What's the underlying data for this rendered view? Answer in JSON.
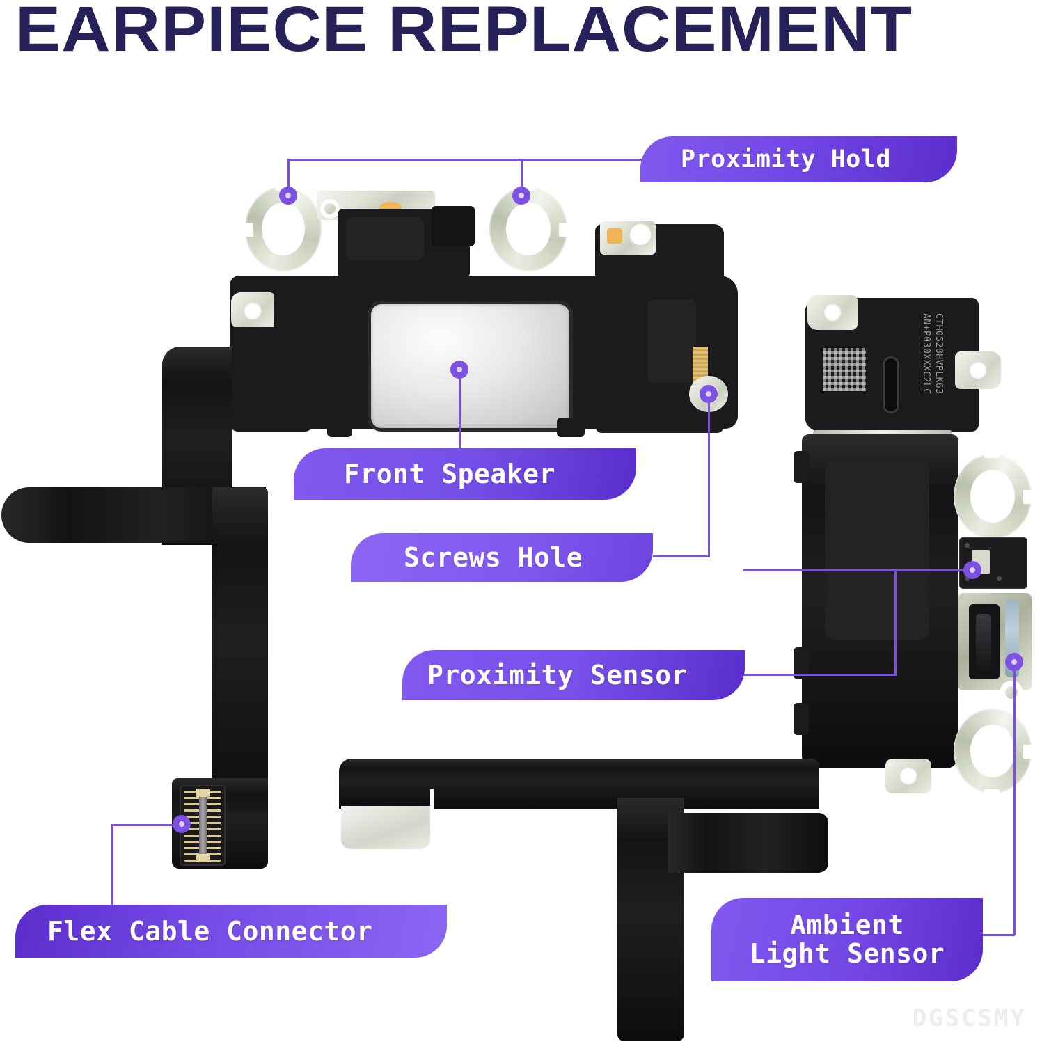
{
  "title": "EARPIECE REPLACEMENT",
  "watermark": "DGSCSMY",
  "colors": {
    "title_navy": "#262159",
    "accent_purple": "#7c4fe0",
    "label_light": "#8158F0",
    "label_dark": "#5A2DCC",
    "dot_core": "#ded0fb",
    "metal": "#dfe3d6",
    "black_plastic": "#1b1b1d",
    "gold_pad": "#f0b557"
  },
  "callouts": [
    {
      "id": "proximity-hold",
      "label": "Proximity Hold",
      "lines": [
        "Proximity Hold"
      ]
    },
    {
      "id": "front-speaker",
      "label": "Front Speaker",
      "lines": [
        "Front Speaker"
      ]
    },
    {
      "id": "screws-hole",
      "label": "Screws Hole",
      "lines": [
        "Screws Hole"
      ]
    },
    {
      "id": "proximity-sensor",
      "label": "Proximity Sensor",
      "lines": [
        "Proximity Sensor"
      ]
    },
    {
      "id": "flex-cable-connector",
      "label": "Flex Cable Connector",
      "lines": [
        "Flex Cable Connector"
      ]
    },
    {
      "id": "ambient-light-sensor",
      "label": "Ambient Light Sensor",
      "lines": [
        "Ambient",
        "Light Sensor"
      ]
    }
  ],
  "part_markings": {
    "serial_line_1": "CTH0528HVPLK63",
    "serial_line_2": "AN+P030XXXC2LC"
  }
}
